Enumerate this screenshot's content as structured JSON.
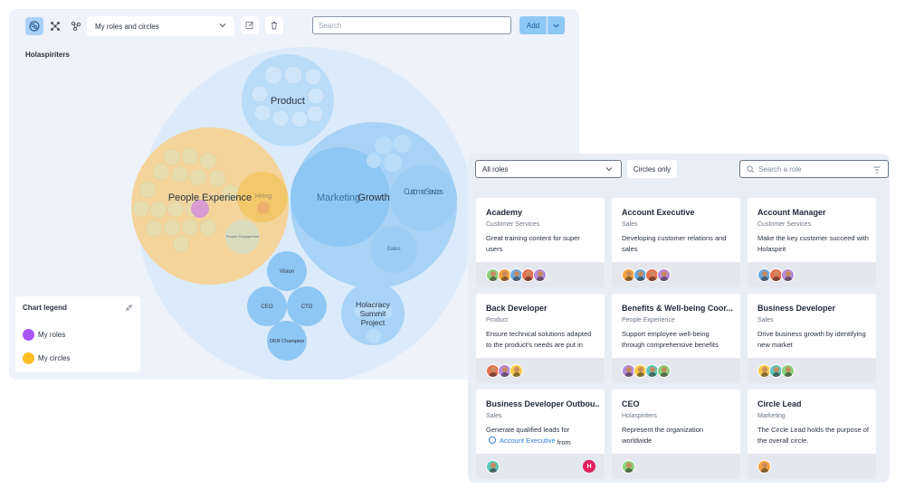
{
  "toolbar": {
    "views": [
      {
        "icon": "circle-map-icon",
        "active": true
      },
      {
        "icon": "tree-view-icon",
        "active": false
      },
      {
        "icon": "network-view-icon",
        "active": false
      }
    ],
    "scope_select": "My roles and circles",
    "edit_icon": "pencil-icon",
    "delete_icon": "trash-icon",
    "search_placeholder": "Search",
    "add_label": "Add"
  },
  "map": {
    "root_label": "Holaspiriters",
    "circles": {
      "product": "Product",
      "people_experience": "People Experience",
      "hiring": "Hiring",
      "people_engagement": "People Engagement",
      "growth": "Growth",
      "marketing": "Marketing",
      "customer_services": "Customer Services",
      "sales": "Sales",
      "vision": "Vision",
      "ceo": "CEO",
      "cto": "CTO",
      "okr_champion": "OKR Champion",
      "holacracy_summit": "Holacracy Summit Project"
    }
  },
  "legend": {
    "title": "Chart legend",
    "items": [
      {
        "label": "My roles",
        "color": "#a855f7"
      },
      {
        "label": "My circles",
        "color": "#fbbf24"
      }
    ]
  },
  "roles_panel": {
    "filter_select": "All roles",
    "circles_only": "Circles only",
    "search_placeholder": "Search a role",
    "cards": [
      {
        "title": "Academy",
        "parent": "Customer Services",
        "desc": "Great training content for super users",
        "avatars": 5
      },
      {
        "title": "Account Executive",
        "parent": "Sales",
        "desc": "Developing customer relations and sales",
        "avatars": 4
      },
      {
        "title": "Account Manager",
        "parent": "Customer Services",
        "desc": "Make the key customer succeed with Holaspirit",
        "avatars": 3
      },
      {
        "title": "Back Developer",
        "parent": "Product",
        "desc": "Ensure technical solutions adapted to the product's needs are put in",
        "avatars": 3
      },
      {
        "title": "Benefits & Well-being Coor...",
        "parent": "People Experience",
        "desc": "Support employee well-being through comprehensive benefits",
        "avatars": 4
      },
      {
        "title": "Business Developer",
        "parent": "Sales",
        "desc": "Drive business growth by identifying new market",
        "avatars": 3
      },
      {
        "title": "Business Developer Outbou...",
        "parent": "Sales",
        "desc_pre": "Generate qualified leads for",
        "desc_link": "Account Executive",
        "desc_post": "from",
        "avatars": 1,
        "badge": "H"
      },
      {
        "title": "CEO",
        "parent": "Holaspiriters",
        "desc": "Represent the organization worldwide",
        "avatars": 1
      },
      {
        "title": "Circle Lead",
        "parent": "Marketing",
        "desc": "The Circle Lead holds the purpose of the overall circle.",
        "avatars": 1
      }
    ]
  }
}
